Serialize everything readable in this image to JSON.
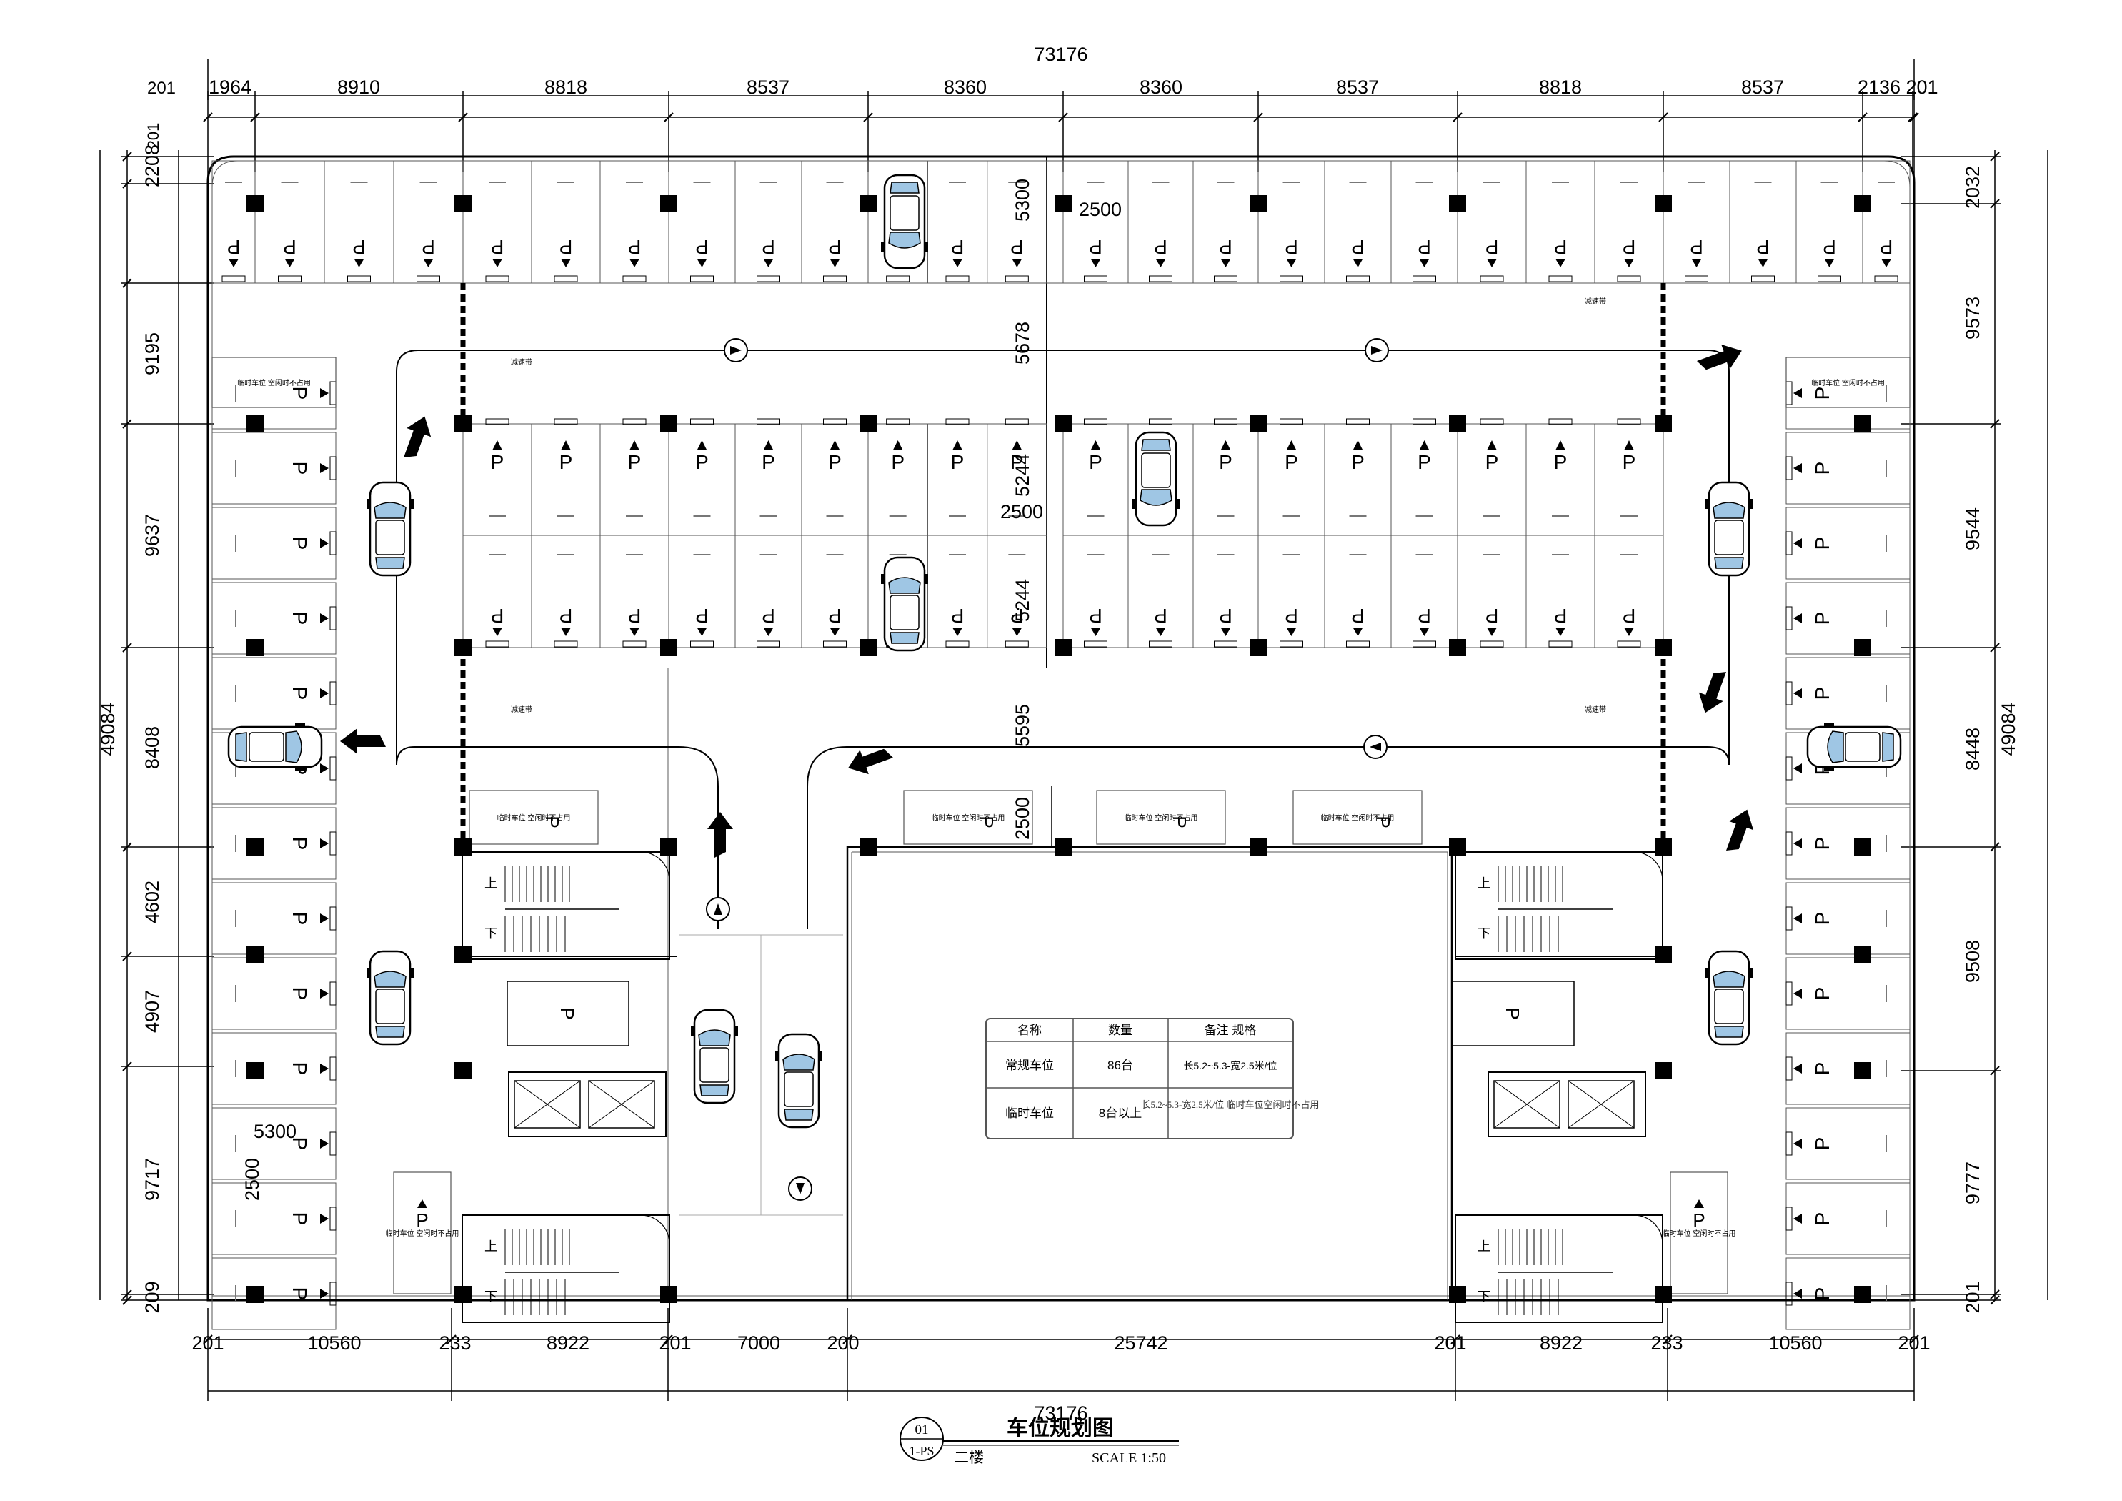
{
  "drawing": {
    "title": "车位规划图",
    "sheet_number": "01",
    "sheet_code": "1-PS",
    "floor": "二楼",
    "scale": "SCALE 1:50"
  },
  "dimensions": {
    "overall_width": "73176",
    "overall_height": "49084",
    "top_segments": [
      "1964",
      "8910",
      "8818",
      "8537",
      "8360",
      "8360",
      "8537",
      "8818",
      "8537",
      "2136",
      "201"
    ],
    "top_left_small": "201",
    "bottom_segments": [
      "201",
      "10560",
      "233",
      "8922",
      "201",
      "7000",
      "200",
      "25742",
      "201",
      "8922",
      "233",
      "10560",
      "201"
    ],
    "left_segments": [
      "2208",
      "9195",
      "9637",
      "8408",
      "4602",
      "4907",
      "9717",
      "209"
    ],
    "left_top_small": "201",
    "right_segments": [
      "2032",
      "9573",
      "9544",
      "8448",
      "9508",
      "9777",
      "201"
    ],
    "interior": {
      "bay_top": "5300",
      "aisle_top": "5678",
      "bay_mid_a": "5244",
      "bay_mid_b": "5244",
      "aisle_low": "5595",
      "stall_width": "2500",
      "stall_width_mid": "2500",
      "stall_width_low": "2500",
      "stall_length": "5300",
      "stall_width_left": "2500"
    }
  },
  "stall_symbol": "P",
  "temporary_stall_label": "临时车位 空闲时不占用",
  "lane_note": "减速带",
  "stair_up": "上",
  "stair_down": "下",
  "table": {
    "headers": [
      "名称",
      "数量",
      "备注 规格"
    ],
    "rows": [
      [
        "常规车位",
        "86台",
        "长5.2~5.3-宽2.5米/位"
      ],
      [
        "临时车位",
        "8台以上",
        "长5.2~5.3-宽2.5米/位 临时车位空闲时不占用"
      ]
    ]
  },
  "colors": {
    "line": "#000000",
    "thin_line": "#333333",
    "grey_line": "#7a7a7a",
    "column": "#000000",
    "glass": "#9fc6e4"
  }
}
